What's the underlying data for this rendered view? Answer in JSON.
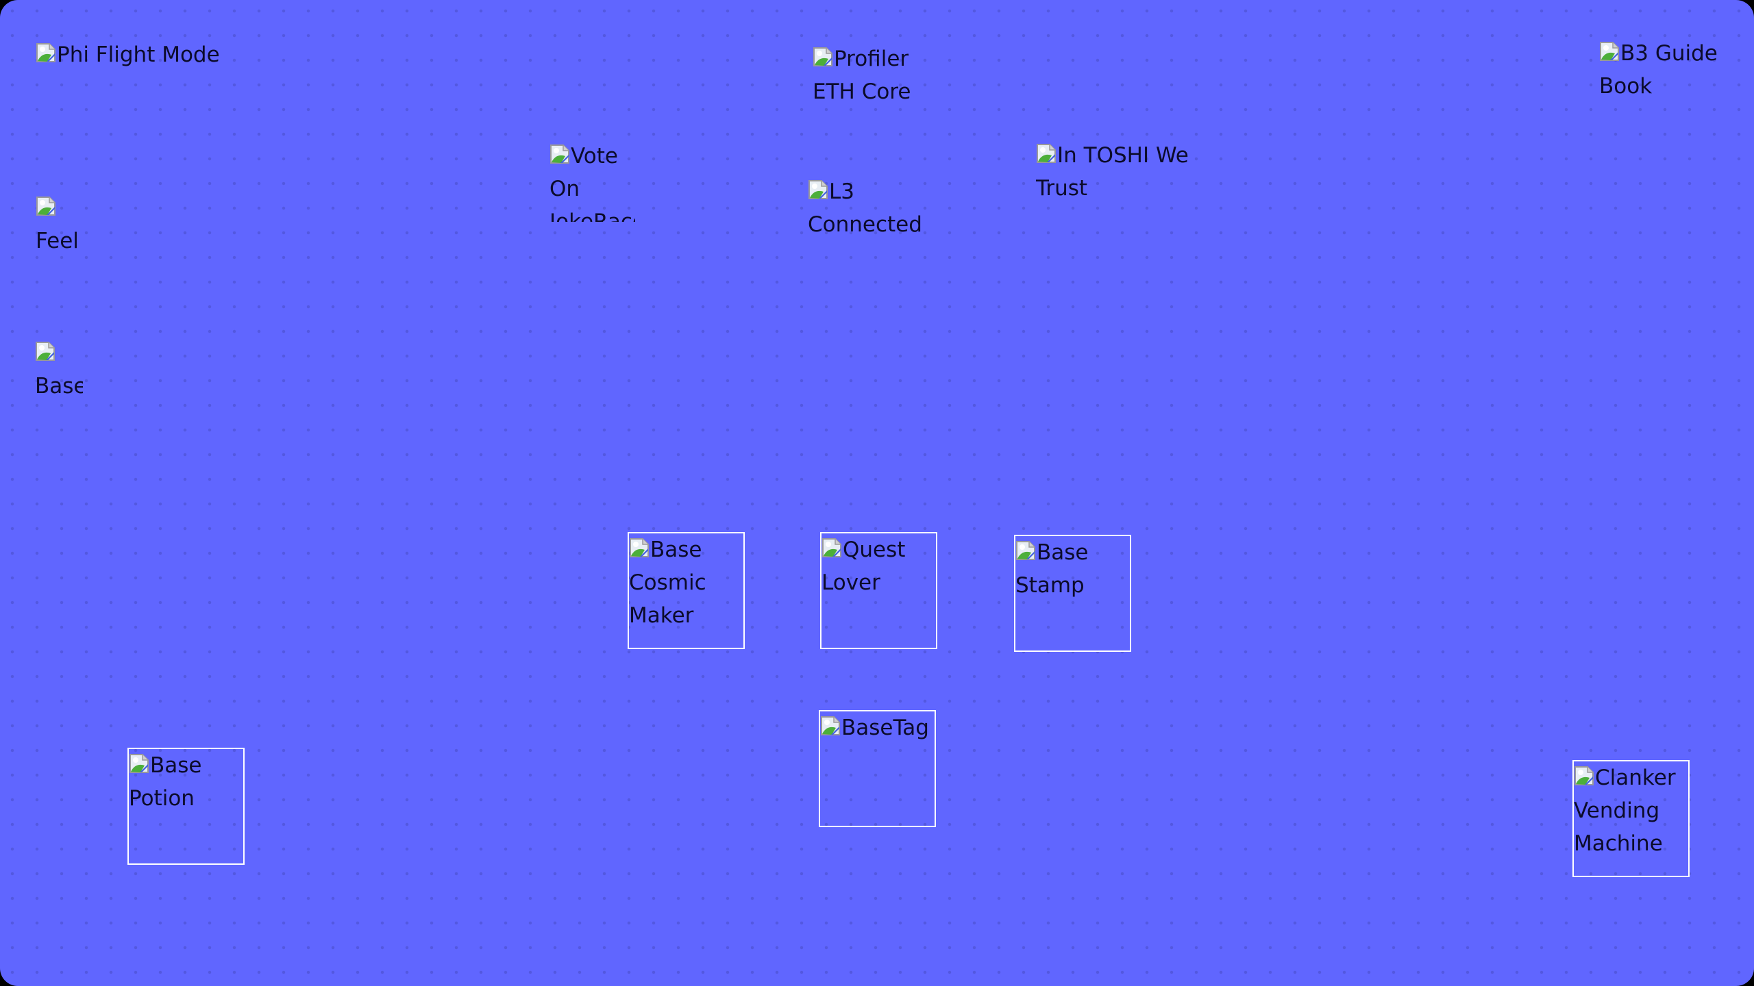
{
  "background_color": "#6066ff",
  "items": [
    {
      "label": "Phi Flight Mode",
      "icon": "broken-image-icon"
    },
    {
      "label": "Profiler ETH Core",
      "icon": "broken-image-icon"
    },
    {
      "label": "B3 Guide Book",
      "icon": "broken-image-icon"
    },
    {
      "label": "Vote On JokeRace",
      "icon": "broken-image-icon"
    },
    {
      "label": "L3 Connected",
      "icon": "broken-image-icon"
    },
    {
      "label": "In TOSHI We Trust",
      "icon": "broken-image-icon"
    },
    {
      "label": "Feel",
      "icon": "broken-image-icon"
    },
    {
      "label": "Base",
      "icon": "broken-image-icon"
    },
    {
      "label": "Base Cosmic Maker",
      "icon": "broken-image-icon"
    },
    {
      "label": "Quest Lover",
      "icon": "broken-image-icon"
    },
    {
      "label": "Base Stamp",
      "icon": "broken-image-icon"
    },
    {
      "label": "BaseTag",
      "icon": "broken-image-icon"
    },
    {
      "label": "Base Potion",
      "icon": "broken-image-icon"
    },
    {
      "label": "Clanker Vending Machine",
      "icon": "broken-image-icon"
    }
  ]
}
